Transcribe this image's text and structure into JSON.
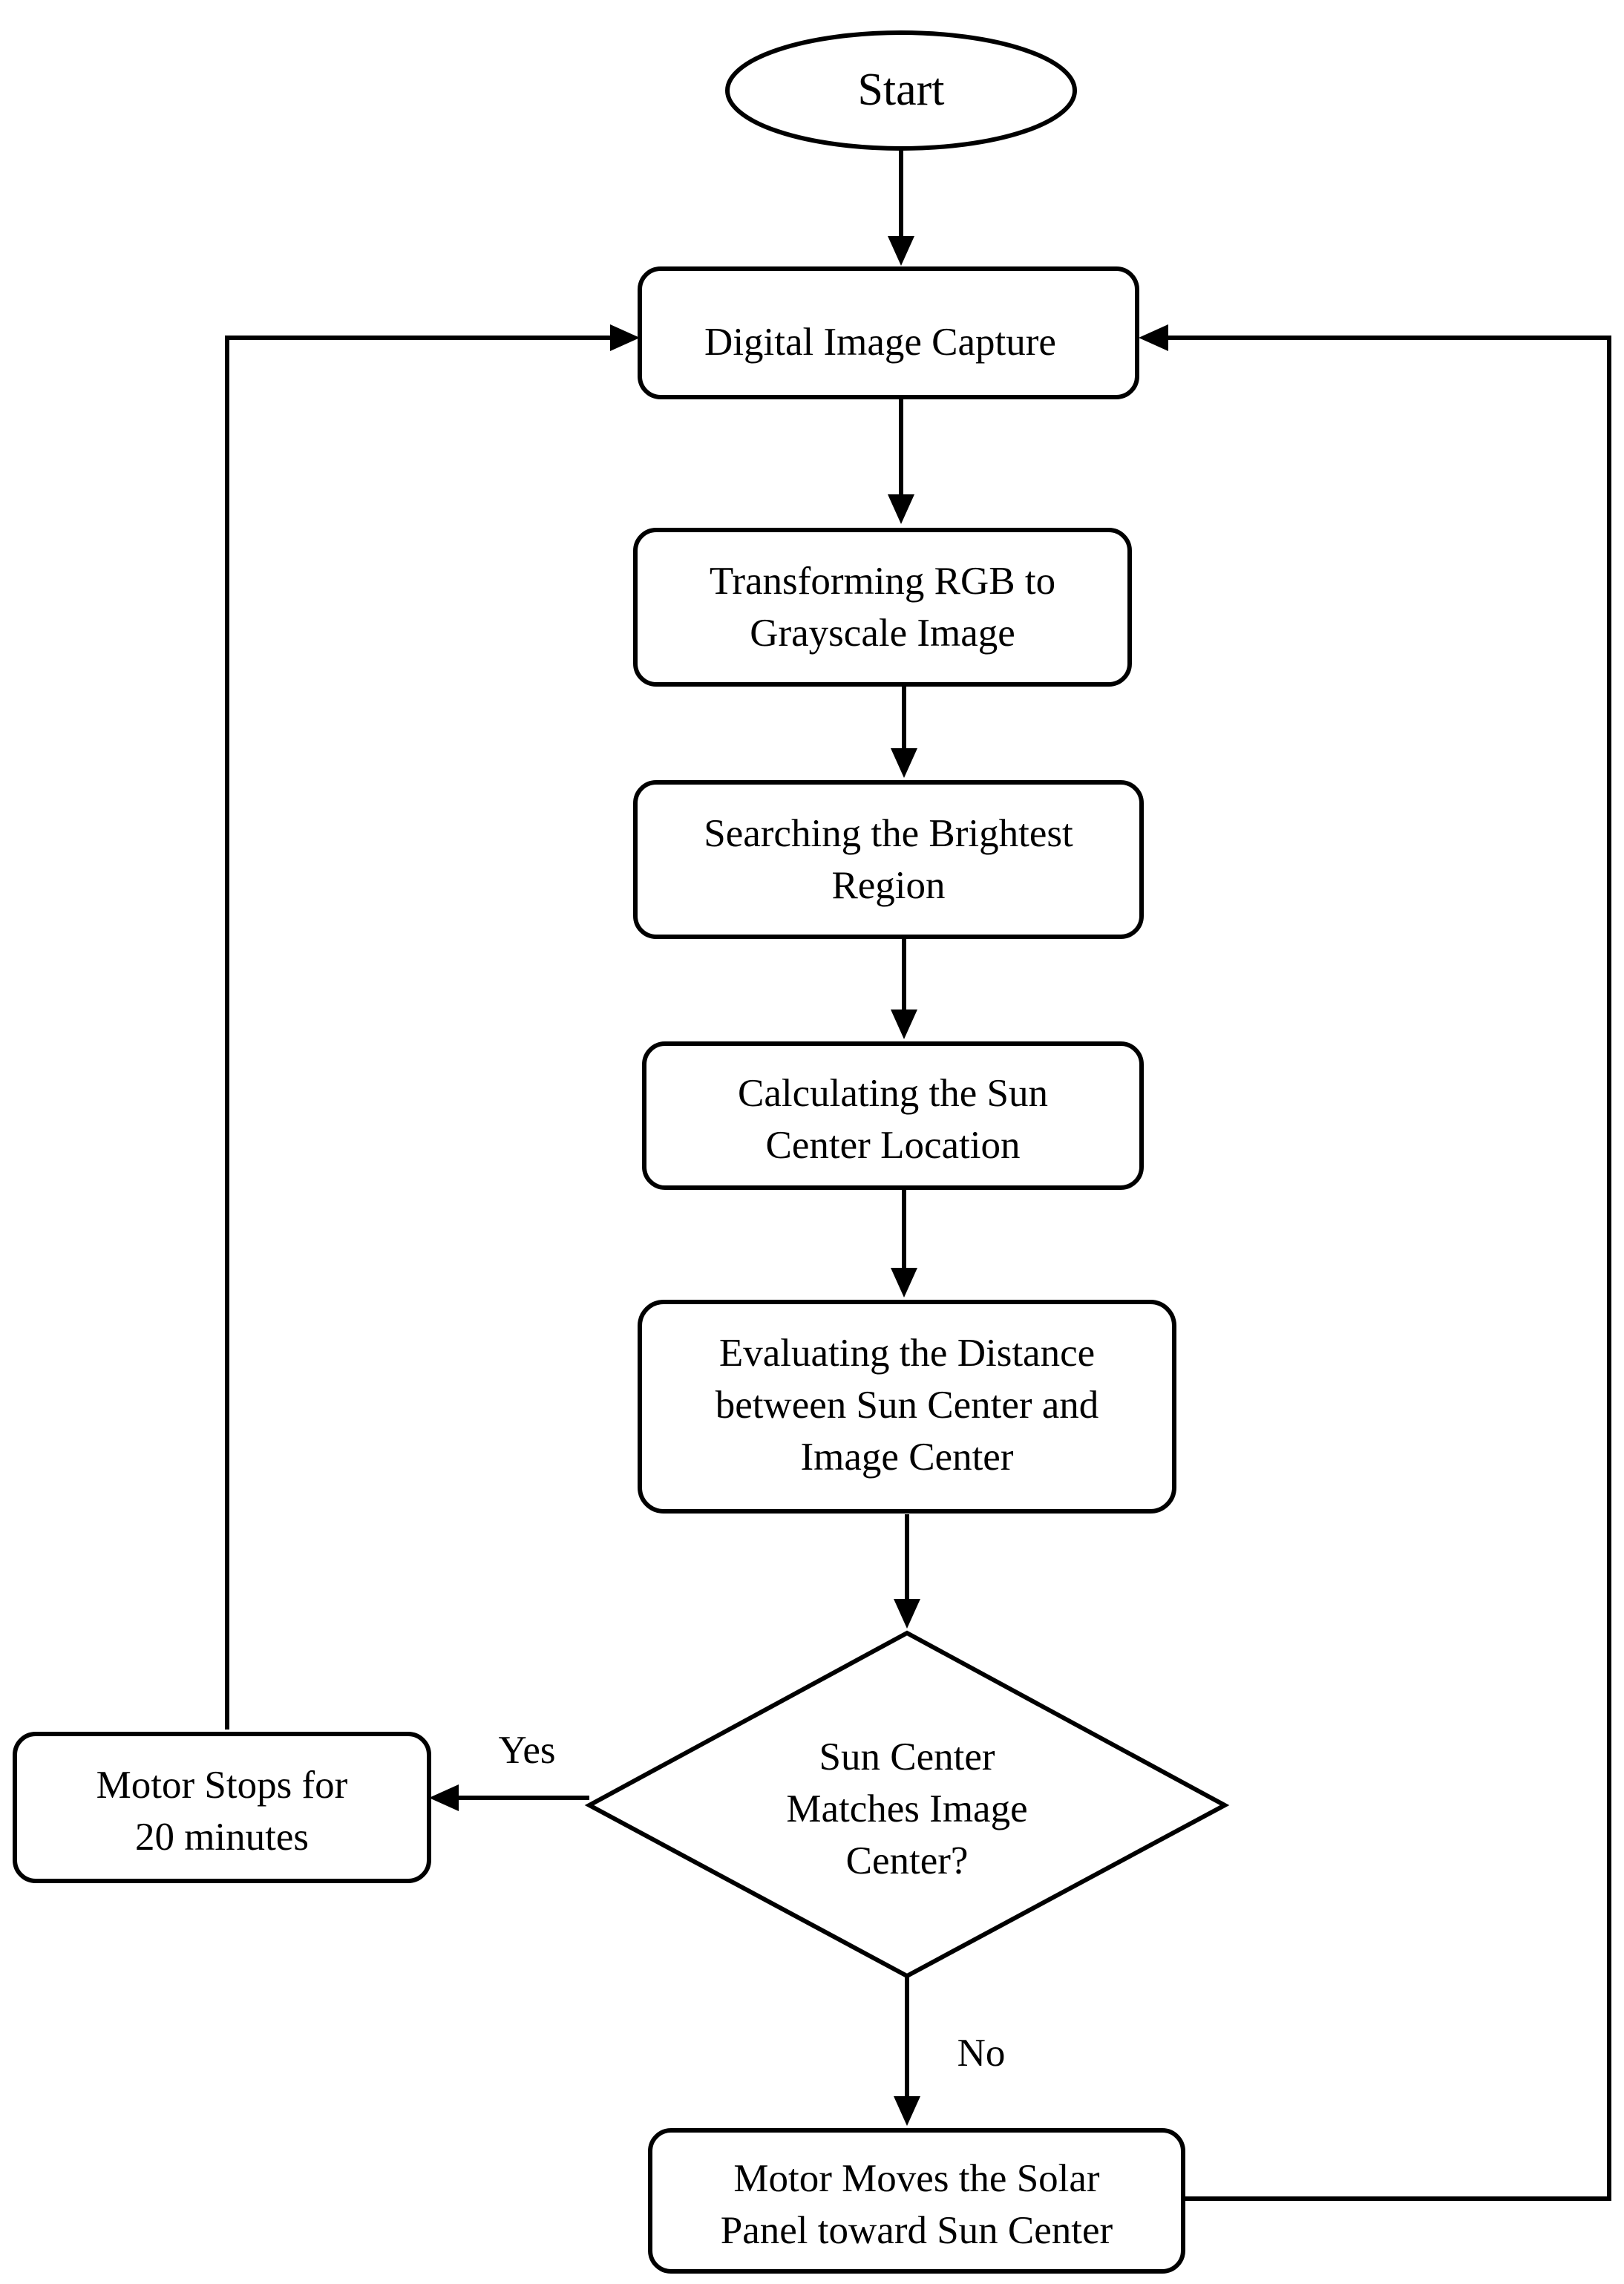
{
  "nodes": {
    "start": {
      "lines": [
        "Start"
      ]
    },
    "capture": {
      "lines": [
        "Digital Image Capture"
      ]
    },
    "transform": {
      "lines": [
        "Transforming RGB to",
        "Grayscale Image"
      ]
    },
    "search": {
      "lines": [
        "Searching the Brightest",
        "Region"
      ]
    },
    "calc": {
      "lines": [
        "Calculating the Sun",
        "Center Location"
      ]
    },
    "evaluate": {
      "lines": [
        "Evaluating the Distance",
        "between Sun Center and",
        "Image Center"
      ]
    },
    "decision": {
      "lines": [
        "Sun Center",
        "Matches Image",
        "Center?"
      ]
    },
    "stop": {
      "lines": [
        "Motor Stops for",
        "20 minutes"
      ]
    },
    "move": {
      "lines": [
        "Motor Moves the Solar",
        "Panel toward Sun Center"
      ]
    }
  },
  "edges": {
    "yes_label": "Yes",
    "no_label": "No"
  }
}
